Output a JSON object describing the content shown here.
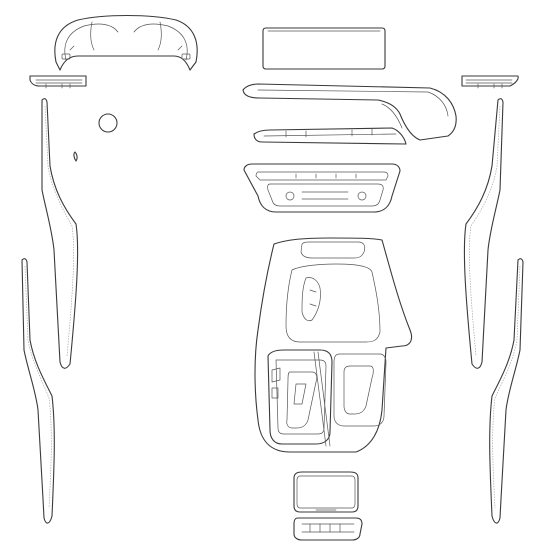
{
  "diagram": {
    "line_color": "#3a3a3a",
    "background": "#ffffff",
    "parts": [
      {
        "id": "instrument-cluster"
      },
      {
        "id": "center-display"
      },
      {
        "id": "left-vent-strip"
      },
      {
        "id": "right-vent-strip"
      },
      {
        "id": "dashboard-trim-upper"
      },
      {
        "id": "dashboard-trim-lower"
      },
      {
        "id": "climate-control-panel"
      },
      {
        "id": "round-button"
      },
      {
        "id": "small-drop"
      },
      {
        "id": "left-door-strip-upper"
      },
      {
        "id": "left-door-strip-lower"
      },
      {
        "id": "right-door-strip-upper"
      },
      {
        "id": "right-door-strip-lower"
      },
      {
        "id": "center-console"
      },
      {
        "id": "gear-selector-panel"
      },
      {
        "id": "rear-display"
      },
      {
        "id": "rear-controls"
      }
    ]
  }
}
